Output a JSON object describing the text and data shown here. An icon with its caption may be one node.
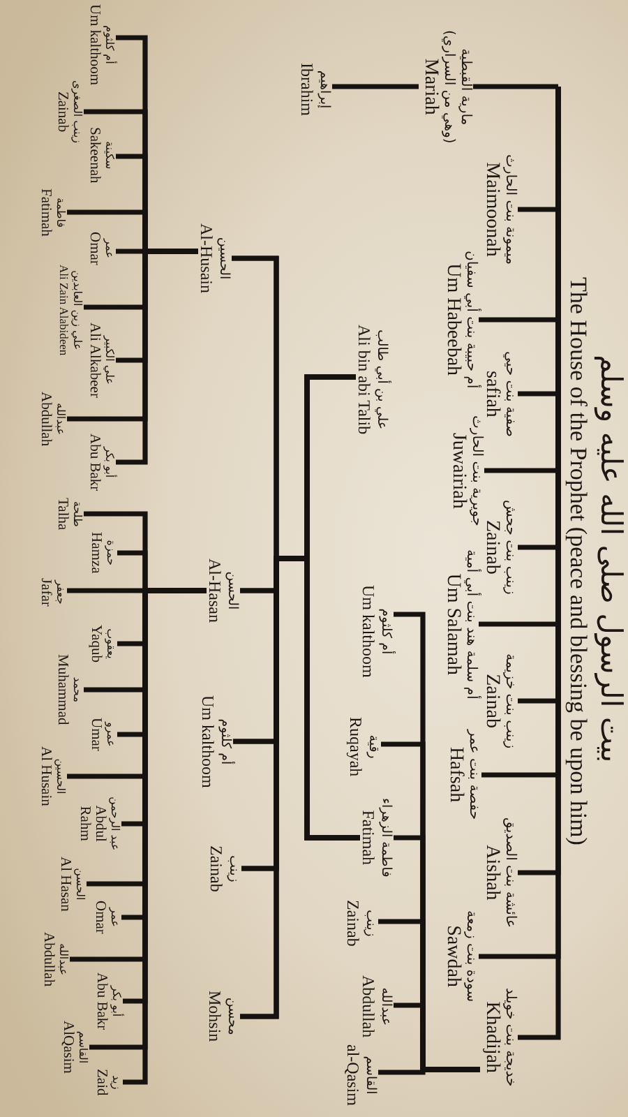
{
  "diagram": {
    "title": "بيت الرسول صلى الله عليه وسلم",
    "nodes": [
      {
        "text": [
          "مارية القبطية (وهي من السراري)",
          "Mariah"
        ]
      },
      {
        "text": [
          "ميمونة بنت الحارث",
          "Maimoonah"
        ]
      },
      {
        "text": [
          "أم حبيبة بنت أبي سفيان",
          "Um Habeebah"
        ]
      },
      {
        "text": [
          "صفية بنت حيي",
          "safiah"
        ]
      },
      {
        "text": [
          "جويرية بنت الحارث",
          "Juwairiah"
        ]
      },
      {
        "text": [
          "زينب بنت جحش",
          "Zainab"
        ]
      },
      {
        "text": [
          "أم سلمة هند بنت أبي أمية",
          "Um Salamah"
        ]
      },
      {
        "text": [
          "زينب بنت خزيمة",
          "Zainab"
        ]
      },
      {
        "text": [
          "حفصة بنت عمر",
          "Hafsah"
        ]
      },
      {
        "text": [
          "عائشة بنت الصديق",
          "Aishah"
        ]
      },
      {
        "text": [
          "سودة بنت زمعة",
          "Sawdah"
        ]
      },
      {
        "text": [
          "خديجة بنت خويلد",
          "Khadijah"
        ]
      },
      {
        "text": [
          "إبراهيم",
          "Ibrahim"
        ]
      },
      {
        "text": [
          "علي بن أبي طالب",
          "Ali bin abi Talib"
        ]
      },
      {
        "text": [
          "أم كلثوم",
          "Um kalthoom"
        ]
      },
      {
        "text": [
          "رقية",
          "Ruqayah"
        ]
      },
      {
        "text": [
          "فاطمة الزهراء",
          "Fatimah"
        ]
      },
      {
        "text": [
          "زينب",
          "Zainab"
        ]
      },
      {
        "text": [
          "عبدالله",
          "Abdullah"
        ]
      },
      {
        "text": [
          "القاسم",
          "al-Qasim"
        ]
      },
      {
        "text": [
          "الحسين",
          "Al-Husain"
        ]
      },
      {
        "text": [
          "الحسن",
          "Al-Hasan"
        ]
      },
      {
        "text": [
          "أم كلثوم",
          "Um kalthoom"
        ]
      },
      {
        "text": [
          "زينب",
          "Zainab"
        ]
      },
      {
        "text": [
          "محسن",
          "Mohsin"
        ]
      },
      {
        "text": [
          "أم كلثوم",
          "Um kalthoom"
        ]
      },
      {
        "text": [
          "زينب الصغرى",
          "Zainab"
        ]
      },
      {
        "text": [
          "سكينة",
          "Sakeenah"
        ]
      },
      {
        "text": [
          "فاطمة",
          "Fatimah"
        ]
      },
      {
        "text": [
          "عمر",
          "Omar"
        ]
      },
      {
        "text": [
          "علي زين العابدين",
          "Ali Zain Alabideen"
        ]
      },
      {
        "text": [
          "علي الكبير",
          "Ali Alkabeer"
        ]
      },
      {
        "text": [
          "عبدالله",
          "Abdullah"
        ]
      },
      {
        "text": [
          "أبو بكر",
          "Abu Bakr"
        ]
      },
      {
        "text": [
          "طلحة",
          "Talha"
        ]
      },
      {
        "text": [
          "حمزة",
          "Hamza"
        ]
      },
      {
        "text": [
          "جعفر",
          "Jafar"
        ]
      },
      {
        "text": [
          "يعقوب",
          "Yaqub"
        ]
      },
      {
        "text": [
          "محمد",
          "Muhammad"
        ]
      },
      {
        "text": [
          "عمرو",
          "Umar"
        ]
      },
      {
        "text": [
          "الحسين",
          "Al Husain"
        ]
      },
      {
        "text": [
          "عبد الرحمن",
          "Abdul Rahm"
        ]
      },
      {
        "text": [
          "الحسن",
          "Al Hasan"
        ]
      },
      {
        "text": [
          "عمر",
          "Omar"
        ]
      },
      {
        "text": [
          "عبدالله",
          "Abdullah"
        ]
      },
      {
        "text": [
          "أبو بكر",
          "Abu Bakr"
        ]
      },
      {
        "text": [
          "القاسم",
          "AlQasim"
        ]
      },
      {
        "text": [
          "زيد",
          "Zaid"
        ]
      }
    ],
    "edges": [
      {
        "from": null,
        "to": 0,
        "arrow": "none"
      },
      {
        "from": null,
        "to": 1,
        "arrow": "none"
      },
      {
        "from": null,
        "to": 2,
        "arrow": "none"
      },
      {
        "from": null,
        "to": 3,
        "arrow": "none"
      },
      {
        "from": null,
        "to": 4,
        "arrow": "none"
      },
      {
        "from": null,
        "to": 5,
        "arrow": "none"
      },
      {
        "from": null,
        "to": 6,
        "arrow": "none"
      },
      {
        "from": null,
        "to": 7,
        "arrow": "none"
      },
      {
        "from": null,
        "to": 8,
        "arrow": "none"
      },
      {
        "from": null,
        "to": 9,
        "arrow": "none"
      },
      {
        "from": null,
        "to": 10,
        "arrow": "none"
      },
      {
        "from": null,
        "to": 11,
        "arrow": "none"
      },
      {
        "from": 0,
        "to": 12,
        "arrow": "none"
      },
      {
        "from": 11,
        "to": 14,
        "arrow": "none"
      },
      {
        "from": 11,
        "to": 15,
        "arrow": "none"
      },
      {
        "from": 11,
        "to": 16,
        "arrow": "none"
      },
      {
        "from": 11,
        "to": 17,
        "arrow": "none"
      },
      {
        "from": 11,
        "to": 18,
        "arrow": "none"
      },
      {
        "from": 11,
        "to": 19,
        "arrow": "none"
      },
      {
        "from": 13,
        "to": 20,
        "arrow": "none"
      },
      {
        "from": 13,
        "to": 21,
        "arrow": "none"
      },
      {
        "from": 13,
        "to": 22,
        "arrow": "none"
      },
      {
        "from": 13,
        "to": 23,
        "arrow": "none"
      },
      {
        "from": 13,
        "to": 24,
        "arrow": "none"
      },
      {
        "from": 16,
        "to": 20,
        "arrow": "none"
      },
      {
        "from": 16,
        "to": 21,
        "arrow": "none"
      },
      {
        "from": 16,
        "to": 22,
        "arrow": "none"
      },
      {
        "from": 16,
        "to": 23,
        "arrow": "none"
      },
      {
        "from": 16,
        "to": 24,
        "arrow": "none"
      },
      {
        "from": 20,
        "to": 25,
        "arrow": "none"
      },
      {
        "from": 20,
        "to": 26,
        "arrow": "none"
      },
      {
        "from": 20,
        "to": 27,
        "arrow": "none"
      },
      {
        "from": 20,
        "to": 28,
        "arrow": "none"
      },
      {
        "from": 20,
        "to": 29,
        "arrow": "none"
      },
      {
        "from": 20,
        "to": 30,
        "arrow": "none"
      },
      {
        "from": 20,
        "to": 31,
        "arrow": "none"
      },
      {
        "from": 20,
        "to": 32,
        "arrow": "none"
      },
      {
        "from": 20,
        "to": 33,
        "arrow": "none"
      },
      {
        "from": 21,
        "to": 34,
        "arrow": "none"
      },
      {
        "from": 21,
        "to": 35,
        "arrow": "none"
      },
      {
        "from": 21,
        "to": 36,
        "arrow": "none"
      },
      {
        "from": 21,
        "to": 37,
        "arrow": "none"
      },
      {
        "from": 21,
        "to": 38,
        "arrow": "none"
      },
      {
        "from": 21,
        "to": 39,
        "arrow": "none"
      },
      {
        "from": 21,
        "to": 40,
        "arrow": "none"
      },
      {
        "from": 21,
        "to": 41,
        "arrow": "none"
      },
      {
        "from": 21,
        "to": 42,
        "arrow": "none"
      },
      {
        "from": 21,
        "to": 43,
        "arrow": "none"
      },
      {
        "from": 21,
        "to": 44,
        "arrow": "none"
      },
      {
        "from": 21,
        "to": 45,
        "arrow": "none"
      },
      {
        "from": 21,
        "to": 46,
        "arrow": "none"
      },
      {
        "from": 21,
        "to": 47,
        "arrow": "none"
      }
    ],
    "labels": [
      "The House of the Prophet (peace and blessing be upon him)"
    ]
  }
}
